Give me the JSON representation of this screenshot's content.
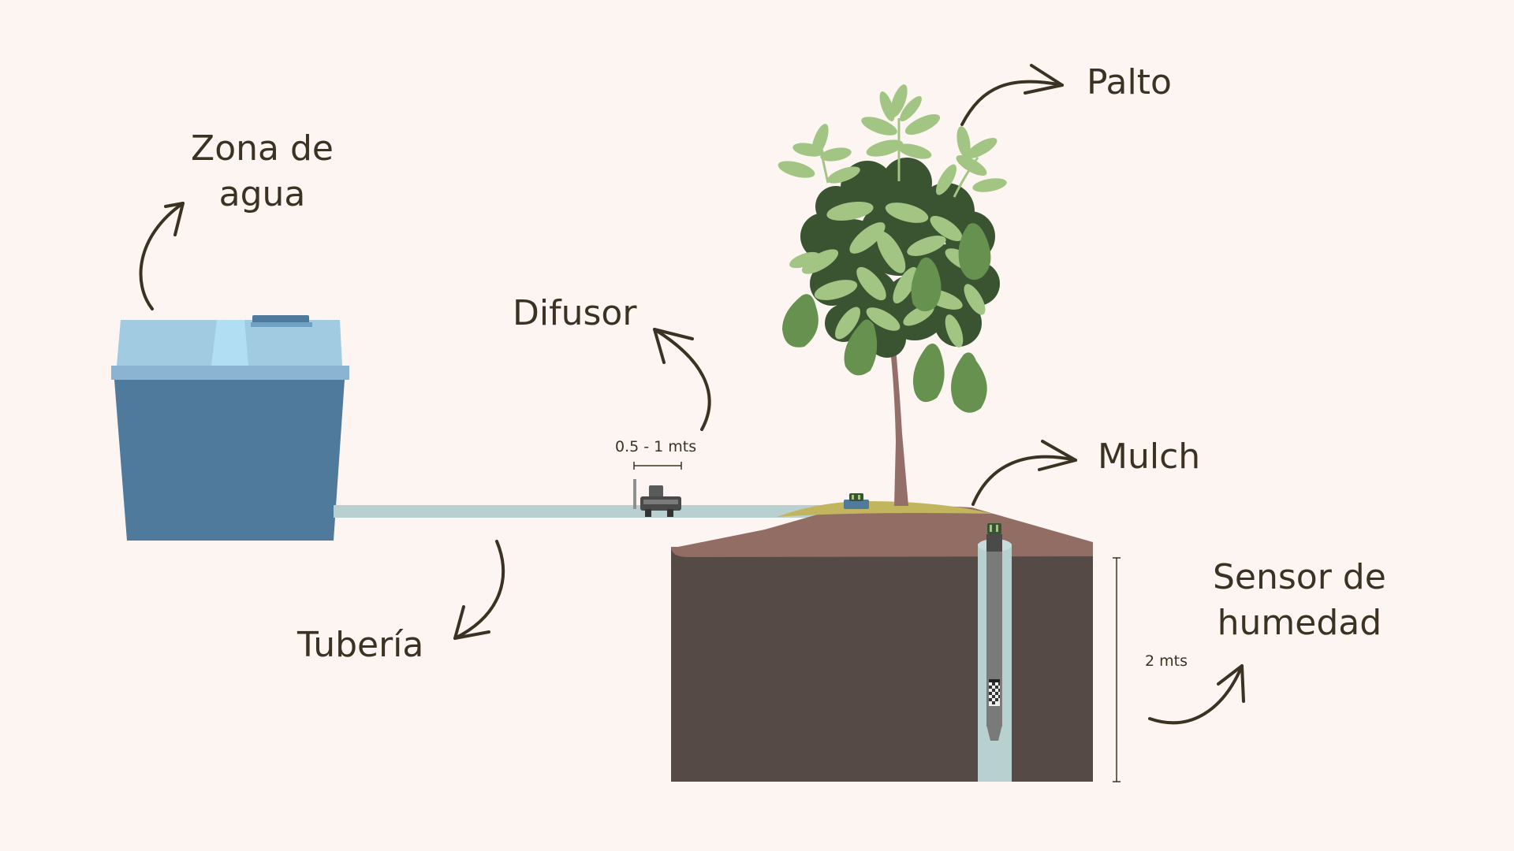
{
  "labels": {
    "zona_line1": "Zona de",
    "zona_line2": "agua",
    "palto": "Palto",
    "difusor": "Difusor",
    "mulch": "Mulch",
    "tuberia": "Tubería",
    "sensor_line1": "Sensor de",
    "sensor_line2": "humedad"
  },
  "measurements": {
    "diffuser_distance": "0.5 - 1 mts",
    "sensor_depth": "2 mts"
  },
  "colors": {
    "background": "#fdf5f1",
    "text": "#3b3223",
    "tank_lid": "#a0cbe1",
    "tank_body": "#4f7a9c",
    "pipe": "#b9d0d1",
    "soil_top": "#916d63",
    "soil_body": "#564a47",
    "mulch": "#c2b55e",
    "trunk": "#946f6a",
    "leaf_light": "#a2c583",
    "leaf_dark": "#3a5432",
    "avocado": "#66914f"
  }
}
